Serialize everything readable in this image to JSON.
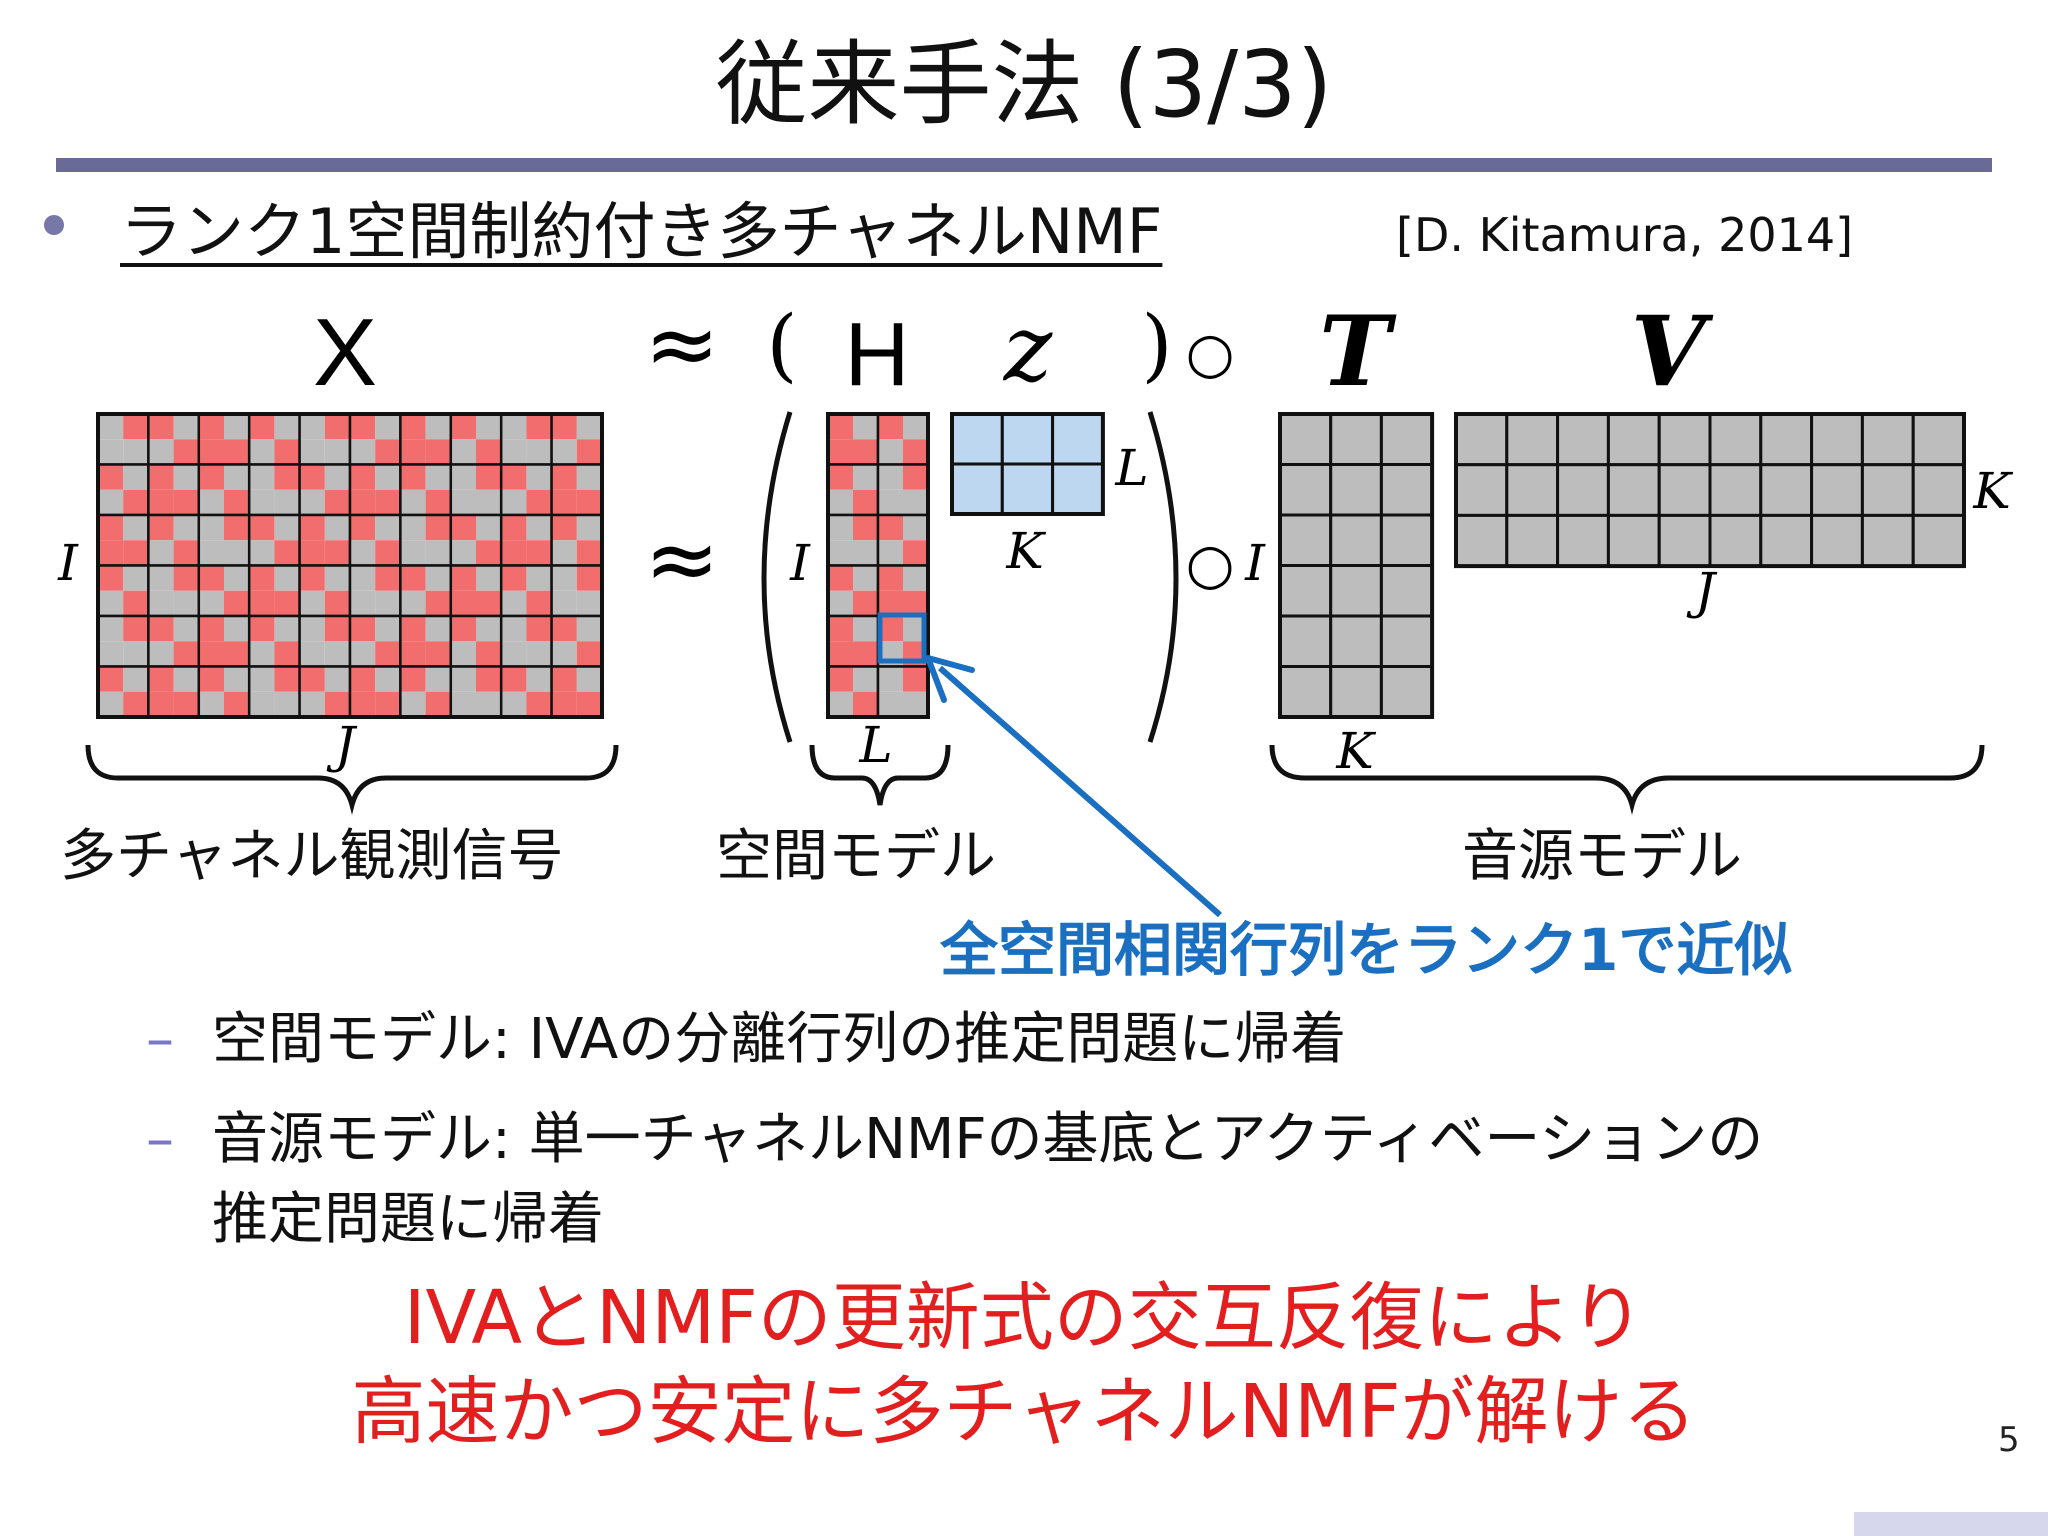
{
  "slide": {
    "title": "従来手法 (3/3)",
    "page_number": "5"
  },
  "bullet": {
    "heading": "ランク1空間制約付き多チャネルNMF",
    "citation": "[D. Kitamura, 2014]"
  },
  "equation": {
    "x": "X",
    "approx": "≈",
    "open_paren": "(",
    "h": "H",
    "z": "z",
    "close_paren": ")",
    "hadamard": "○",
    "t": "T",
    "v": "V"
  },
  "dims": {
    "x_rows": "I",
    "x_cols": "J",
    "h_rows": "I",
    "h_cols": "L",
    "z_rows": "L",
    "z_cols": "K",
    "t_rows": "I",
    "t_cols": "K",
    "v_rows": "K",
    "v_cols": "J"
  },
  "captions": {
    "observed": "多チャネル観測信号",
    "spatial": "空間モデル",
    "source": "音源モデル",
    "blue_note": "全空間相関行列をランク1で近似"
  },
  "subbullets": [
    {
      "dash": "–",
      "text": "空間モデル: IVAの分離行列の推定問題に帰着"
    },
    {
      "dash": "–",
      "line1": "音源モデル: 単一チャネルNMFの基底とアクティベーションの",
      "line2": "推定問題に帰着"
    }
  ],
  "conclusion": {
    "line1": "IVAとNMFの更新式の交互反復により",
    "line2": "高速かつ安定に多チャネルNMFが解ける"
  },
  "colors": {
    "title_rule": "#6a6a98",
    "red_cell": "#f26d6d",
    "gray_cell": "#bdbdbd",
    "blue_cell": "#bcd7ef",
    "highlight": "#1a6fc0",
    "conclusion": "#e31e1e",
    "bullet": "#7777a8"
  }
}
